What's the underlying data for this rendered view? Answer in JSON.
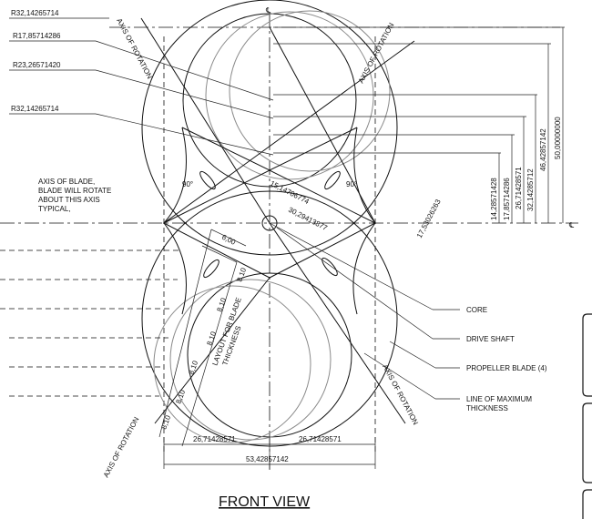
{
  "title": "FRONT VIEW",
  "centerline_symbol": "℄",
  "radii": [
    "R32,14265714",
    "R17,85714286",
    "R23,26571420",
    "R32,14265714"
  ],
  "axis_labels": {
    "axis_of_rotation": "AXIS OF ROTATION",
    "axis_of_blade_line1": "AXIS OF BLADE,",
    "axis_of_blade_line2": "BLADE WILL ROTATE",
    "axis_of_blade_line3": "ABOUT THIS AXIS",
    "axis_of_blade_line4": "TYPICAL,"
  },
  "callouts": {
    "core": "CORE",
    "drive_shaft": "DRIVE SHAFT",
    "propeller_blade": "PROPELLER BLADE (4)",
    "line_max_line1": "LINE OF MAXIMUM",
    "line_max_line2": "THICKNESS",
    "layout_line1": "LAYOUT FOR BLADE",
    "layout_line2": "THICKNESS"
  },
  "angles": [
    "90°",
    "90°"
  ],
  "dimensions": {
    "diag1": "15,14706774",
    "diag2": "30,29413877",
    "diag3": "17,53026263",
    "blade_w": "6,00",
    "thick": "8,10",
    "bottom_left": "26,71428571",
    "bottom_right": "26,71428571",
    "bottom_total": "53,42857142",
    "v1": "14,28571428",
    "v2": "17,85714286",
    "v3": "26,71428571",
    "v4": "32,14285712",
    "v5": "46,42857142",
    "v6": "50,00000000"
  }
}
